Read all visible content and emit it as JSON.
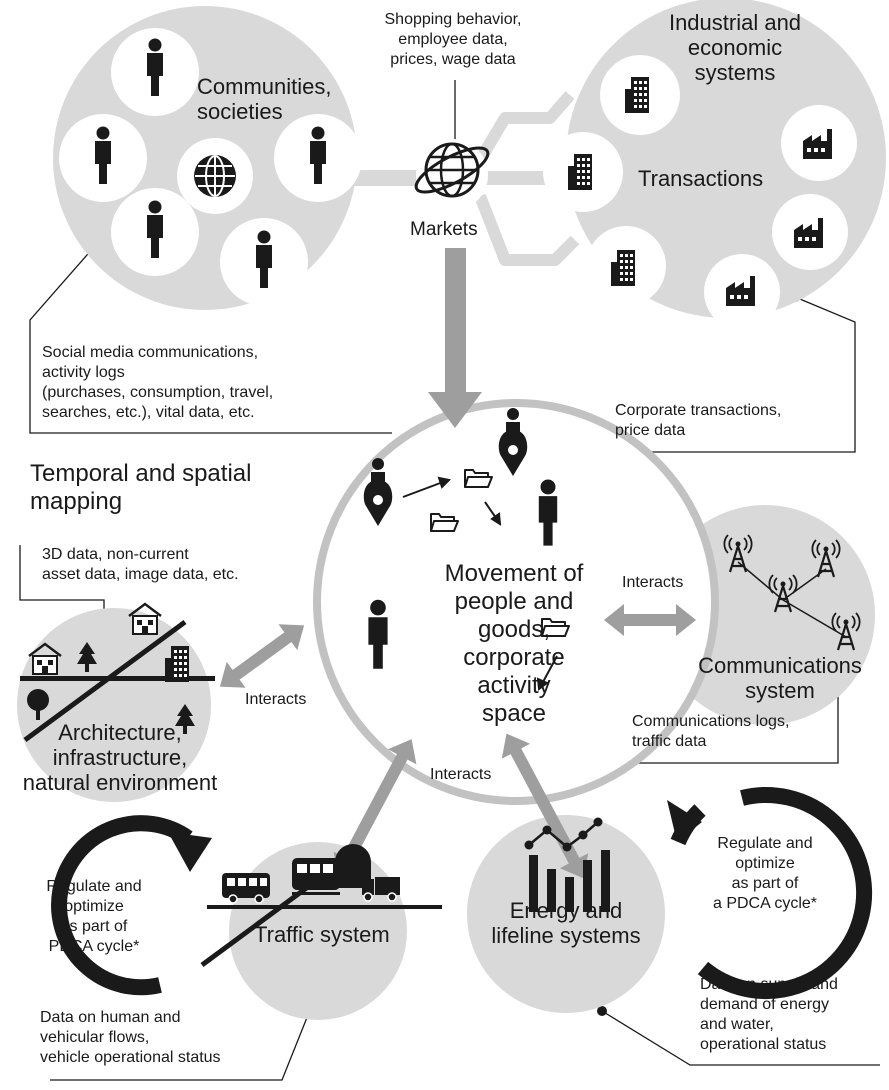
{
  "markets_inputs": "Shopping behavior,\nemployee data,\nprices, wage data",
  "communities_label": "Communities,\nsocieties",
  "industrial_label": "Industrial and\neconomic\nsystems",
  "transactions_label": "Transactions",
  "markets_label": "Markets",
  "social_media_note": "Social media communications,\nactivity logs\n (purchases, consumption, travel,\nsearches, etc.), vital data, etc.",
  "corporate_note": "Corporate transactions,\nprice data",
  "mapping_title": "Temporal and spatial\nmapping",
  "data_3d_note": "3D data, non-current\nasset data, image data, etc.",
  "center_label": "Movement of\npeople and\ngoods,\ncorporate\nactivity\nspace",
  "interacts_comm": "Interacts",
  "interacts_arch": "Interacts",
  "interacts_bottom": "Interacts",
  "comm_label": "Communications\nsystem",
  "comm_note": "Communications logs,\ntraffic data",
  "arch_label": "Architecture,\ninfrastructure,\nnatural environment",
  "traffic_label": "Traffic system",
  "pdca_left": "Regulate and\noptimize\nas part of\nPDCA cycle*",
  "traffic_note": "Data on human and\nvehicular flows,\nvehicle operational status",
  "energy_label": "Energy and\nlifeline systems",
  "pdca_right": "Regulate and\noptimize\nas part of\na PDCA cycle*",
  "energy_note": "Data on supply and\ndemand of energy\nand water,\noperational status",
  "colors": {
    "circle": "#d9d9d9",
    "arrow": "#9e9e9e",
    "ink": "#1a1a1a",
    "ring": "#c2c2c2"
  },
  "icons": [
    "person-icon",
    "globe-icon",
    "building-icon",
    "factory-icon",
    "folder-icon",
    "location-pin-icon",
    "cell-tower-icon",
    "house-icon",
    "tree-icon",
    "bus-icon",
    "train-icon",
    "truck-icon",
    "bar-chart-icon",
    "cycle-arrow-icon"
  ]
}
